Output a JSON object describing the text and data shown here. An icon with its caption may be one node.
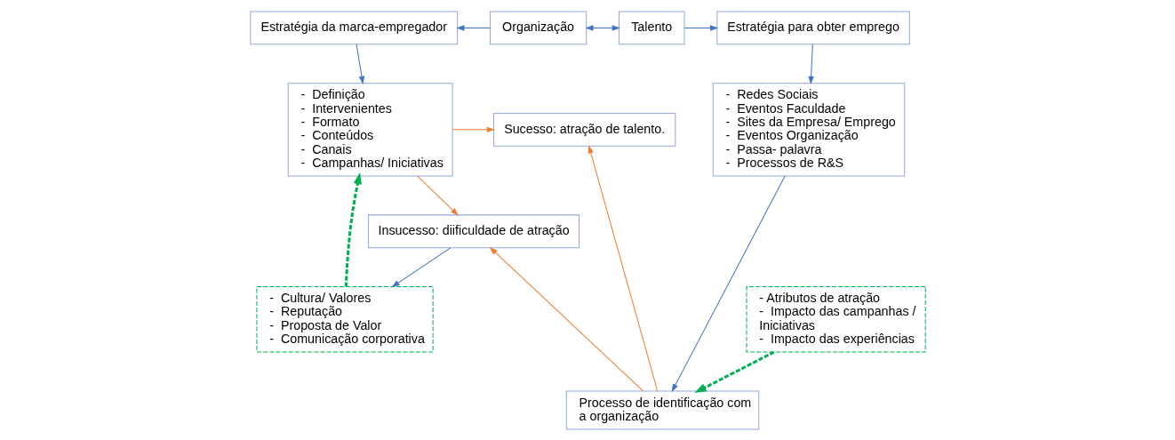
{
  "diagram": {
    "nodes": [
      {
        "text": [
          "Estratégia da marca-empregador"
        ]
      },
      {
        "text": [
          "Organização"
        ]
      },
      {
        "text": [
          "Talento"
        ]
      },
      {
        "text": [
          "Estratégia para obter emprego"
        ]
      },
      {
        "text": [
          "-  Definição",
          "-  Intervenientes",
          "-  Formato",
          "-  Conteúdos",
          "-  Canais",
          "-  Campanhas/ Iniciativas"
        ]
      },
      {
        "text": [
          "Sucesso: atração de talento."
        ]
      },
      {
        "text": [
          "Insucesso: diificuldade de atração"
        ]
      },
      {
        "text": [
          "-  Redes Sociais",
          "-  Eventos Faculdade",
          "-  Sites da Empresa/ Emprego",
          "-  Eventos Organização",
          "-  Passa- palavra",
          "-  Processos de R&S"
        ]
      },
      {
        "text": [
          "Processo de identificação com a organização"
        ]
      },
      {
        "text": [
          "-  Cultura/ Valores",
          "-  Reputação",
          "-  Proposta de Valor",
          "-  Comunicação corporativa"
        ]
      },
      {
        "text": [
          "- Atributos de atração",
          "-  Impacto das campanhas / Iniciativas",
          "-  Impacto das experiências"
        ]
      }
    ],
    "edges": [
      {
        "from": 1,
        "to": 0,
        "arrow": "to"
      },
      {
        "from": 1,
        "to": 2,
        "arrow": "both"
      },
      {
        "from": 2,
        "to": 3,
        "arrow": "to"
      },
      {
        "from": 0,
        "to": 4,
        "arrow": "to"
      },
      {
        "from": 3,
        "to": 7,
        "arrow": "to"
      },
      {
        "from": 4,
        "to": 5,
        "arrow": "to",
        "color": "#ed7d31"
      },
      {
        "from": 4,
        "to": 6,
        "arrow": "to",
        "color": "#ed7d31"
      },
      {
        "from": 8,
        "to": 5,
        "arrow": "to",
        "color": "#ed7d31"
      },
      {
        "from": 8,
        "to": 6,
        "arrow": "to",
        "color": "#ed7d31"
      },
      {
        "from": 7,
        "to": 8,
        "arrow": "to"
      },
      {
        "from": 6,
        "to": 9,
        "arrow": "to"
      },
      {
        "from": 9,
        "to": 4,
        "arrow": "to",
        "style": "dashed",
        "color": "#00b050"
      },
      {
        "from": 10,
        "to": 8,
        "arrow": "to",
        "style": "dashed",
        "color": "#00b050"
      }
    ]
  }
}
